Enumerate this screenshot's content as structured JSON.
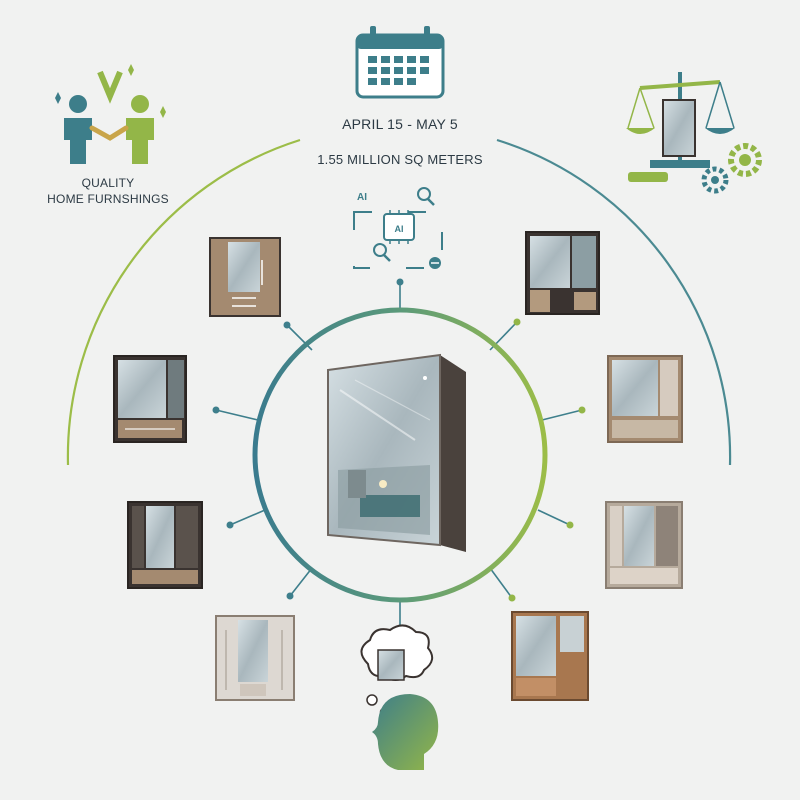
{
  "event": {
    "date_range": "April 15 - May 5",
    "area": "1.55 MILLION SQ METERS"
  },
  "quality": {
    "line1": "QUALITY",
    "line2": "HOME FURNSHINGS"
  },
  "ai_badge": {
    "chip_label": "AI",
    "corner_label": "AI"
  },
  "colors": {
    "teal": "#3d7e8a",
    "green": "#93b648",
    "wood": "#a98b72",
    "dark_frame": "#3a3330"
  }
}
